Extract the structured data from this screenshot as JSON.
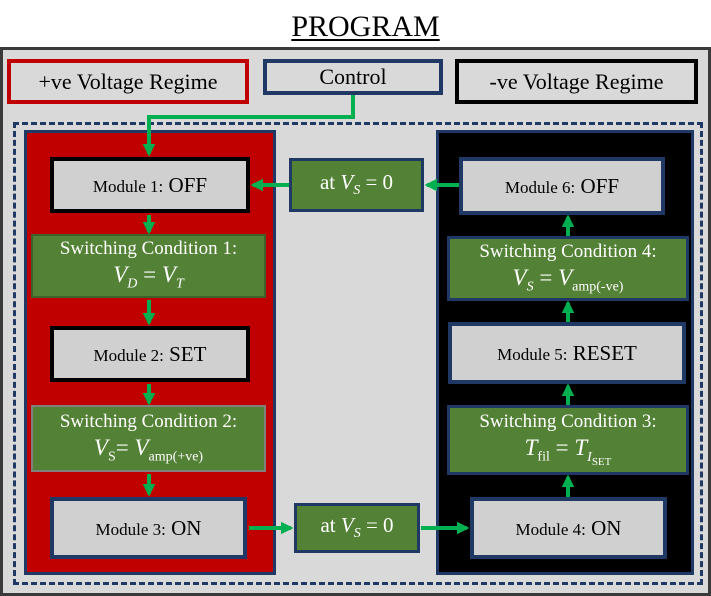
{
  "title": "PROGRAM",
  "headers": {
    "positive": "+ve Voltage Regime",
    "control": "Control",
    "negative": "-ve Voltage Regime"
  },
  "modules": {
    "m1": {
      "prefix": "Module 1:",
      "state": "OFF"
    },
    "m2": {
      "prefix": "Module 2:",
      "state": "SET"
    },
    "m3": {
      "prefix": "Module 3:",
      "state": "ON"
    },
    "m4": {
      "prefix": "Module 4:",
      "state": "ON"
    },
    "m5": {
      "prefix": "Module 5:",
      "state": "RESET"
    },
    "m6": {
      "prefix": "Module 6:",
      "state": "OFF"
    }
  },
  "conditions": {
    "c1": {
      "title": "Switching Condition 1:",
      "lhs": "V",
      "lhs_sub": "D",
      "rhs": "V",
      "rhs_sub": "T"
    },
    "c2": {
      "title": "Switching Condition 2:",
      "lhs": "V",
      "lhs_sub": "S",
      "rhs": "V",
      "rhs_sub": "amp(+ve)"
    },
    "c3": {
      "title": "Switching Condition 3:",
      "lhs": "T",
      "lhs_sub": "fil",
      "rhs": "T",
      "rhs_sub_var": "I",
      "rhs_sub_sub": "SET"
    },
    "c4": {
      "title": "Switching Condition 4:",
      "lhs": "V",
      "lhs_sub": "S",
      "rhs": "V",
      "rhs_sub": "amp(-ve)"
    }
  },
  "transitions": {
    "top": {
      "prefix": "at",
      "var": "V",
      "sub": "S",
      "value": "= 0"
    },
    "bottom": {
      "prefix": "at",
      "var": "V",
      "sub": "S",
      "value": "= 0"
    }
  },
  "colors": {
    "positive_panel": "#c00000",
    "negative_panel": "#000000",
    "condition_fill": "#538135",
    "arrow": "#00b050",
    "border_navy": "#1f3864"
  }
}
